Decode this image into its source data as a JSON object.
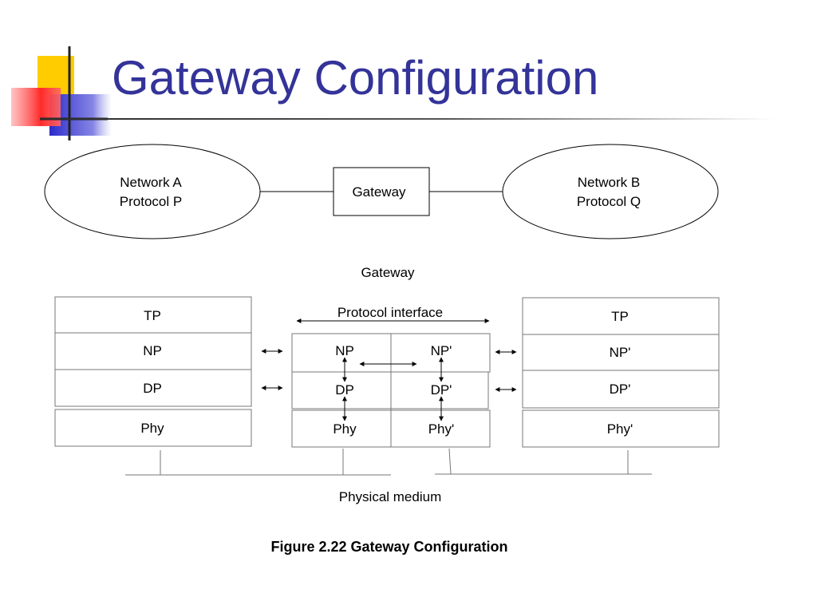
{
  "title": "Gateway Configuration",
  "top": {
    "network_a": {
      "line1": "Network A",
      "line2": "Protocol P"
    },
    "gateway_box": "Gateway",
    "network_b": {
      "line1": "Network B",
      "line2": "Protocol Q"
    }
  },
  "stack": {
    "gateway_heading": "Gateway",
    "protocol_interface": "Protocol interface",
    "left": {
      "tp": "TP",
      "np": "NP",
      "dp": "DP",
      "phy": "Phy"
    },
    "gateway_left": {
      "np": "NP",
      "dp": "DP",
      "phy": "Phy"
    },
    "gateway_right": {
      "np": "NP'",
      "dp": "DP'",
      "phy": "Phy'"
    },
    "right": {
      "tp": "TP",
      "np": "NP'",
      "dp": "DP'",
      "phy": "Phy'"
    },
    "physical_medium": "Physical medium"
  },
  "caption": "Figure 2.22 Gateway Configuration",
  "colors": {
    "title": "#333399",
    "logo_yellow": "#ffcc00",
    "logo_red": "#ff3333",
    "logo_blue": "#3333cc"
  }
}
